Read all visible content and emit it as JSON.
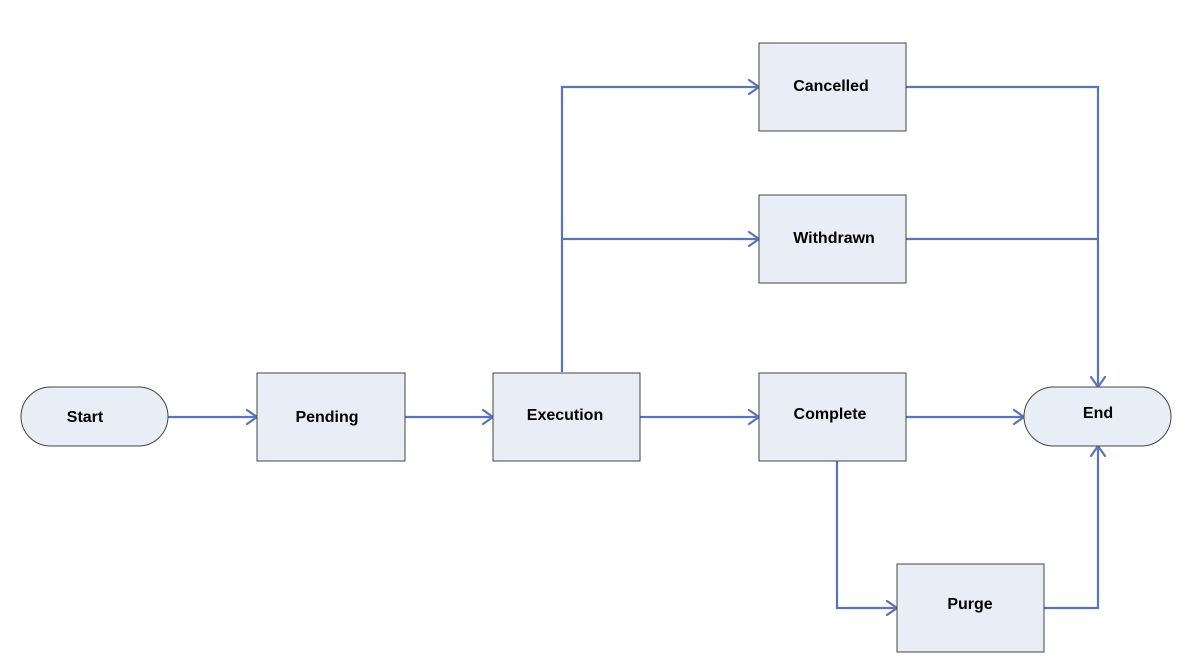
{
  "diagram": {
    "type": "flowchart",
    "nodes": [
      {
        "id": "start",
        "label": "Start",
        "shape": "terminal"
      },
      {
        "id": "pending",
        "label": "Pending",
        "shape": "process"
      },
      {
        "id": "execution",
        "label": "Execution",
        "shape": "process"
      },
      {
        "id": "cancelled",
        "label": "Cancelled",
        "shape": "process"
      },
      {
        "id": "withdrawn",
        "label": "Withdrawn",
        "shape": "process"
      },
      {
        "id": "complete",
        "label": "Complete",
        "shape": "process"
      },
      {
        "id": "purge",
        "label": "Purge",
        "shape": "process"
      },
      {
        "id": "end",
        "label": "End",
        "shape": "terminal"
      }
    ],
    "edges": [
      {
        "from": "start",
        "to": "pending"
      },
      {
        "from": "pending",
        "to": "execution"
      },
      {
        "from": "execution",
        "to": "complete"
      },
      {
        "from": "execution",
        "to": "cancelled"
      },
      {
        "from": "execution",
        "to": "withdrawn"
      },
      {
        "from": "complete",
        "to": "end"
      },
      {
        "from": "complete",
        "to": "purge"
      },
      {
        "from": "cancelled",
        "to": "end"
      },
      {
        "from": "withdrawn",
        "to": "end"
      },
      {
        "from": "purge",
        "to": "end"
      }
    ],
    "colors": {
      "node_fill": "#e9edf6",
      "node_border": "#444444",
      "edge": "#5b74b8",
      "text": "#000000"
    }
  }
}
